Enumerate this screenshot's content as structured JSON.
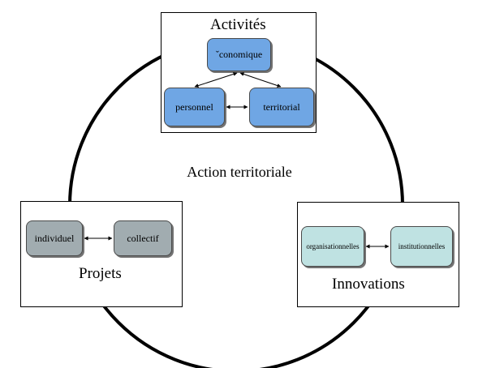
{
  "diagram": {
    "center_label": "Action territoriale",
    "colors": {
      "ring": "#000000",
      "blue_node": "#6fa6e4",
      "grey_node": "#a1acb0",
      "teal_node": "#bfe2e2"
    },
    "activites": {
      "title": "Activités",
      "nodes": [
        "ˇconomique",
        "personnel",
        "territorial"
      ]
    },
    "projets": {
      "title": "Projets",
      "nodes": [
        "individuel",
        "collectif"
      ]
    },
    "innovations": {
      "title": "Innovations",
      "nodes": [
        "organisationnelles",
        "institutionnelles"
      ]
    }
  }
}
